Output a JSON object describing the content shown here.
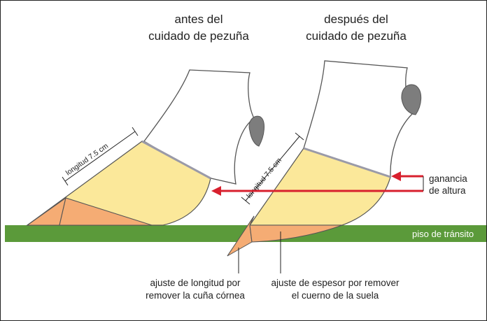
{
  "titles": {
    "before_line1": "antes del",
    "before_line2": "cuidado de pezuña",
    "after_line1": "después del",
    "after_line2": "cuidado de pezuña"
  },
  "measurements": {
    "length_before": "longitud 7.5 cm",
    "length_after": "longitud 7.5 cm"
  },
  "height_gain": {
    "line1": "ganancia",
    "line2": "de altura"
  },
  "ground": {
    "label": "piso de tránsito"
  },
  "captions": {
    "length_line1": "ajuste de longitud por",
    "length_line2": "remover la cuña córnea",
    "thickness_line1": "ajuste de espesor por remover",
    "thickness_line2": "el cuerno de la suela"
  },
  "colors": {
    "horn_yellow": "#fbe89a",
    "sole_orange": "#f5ac74",
    "ground_green": "#5b9a3a",
    "arrow_red": "#d8202e",
    "dewclaw_gray": "#7d7d7d"
  }
}
